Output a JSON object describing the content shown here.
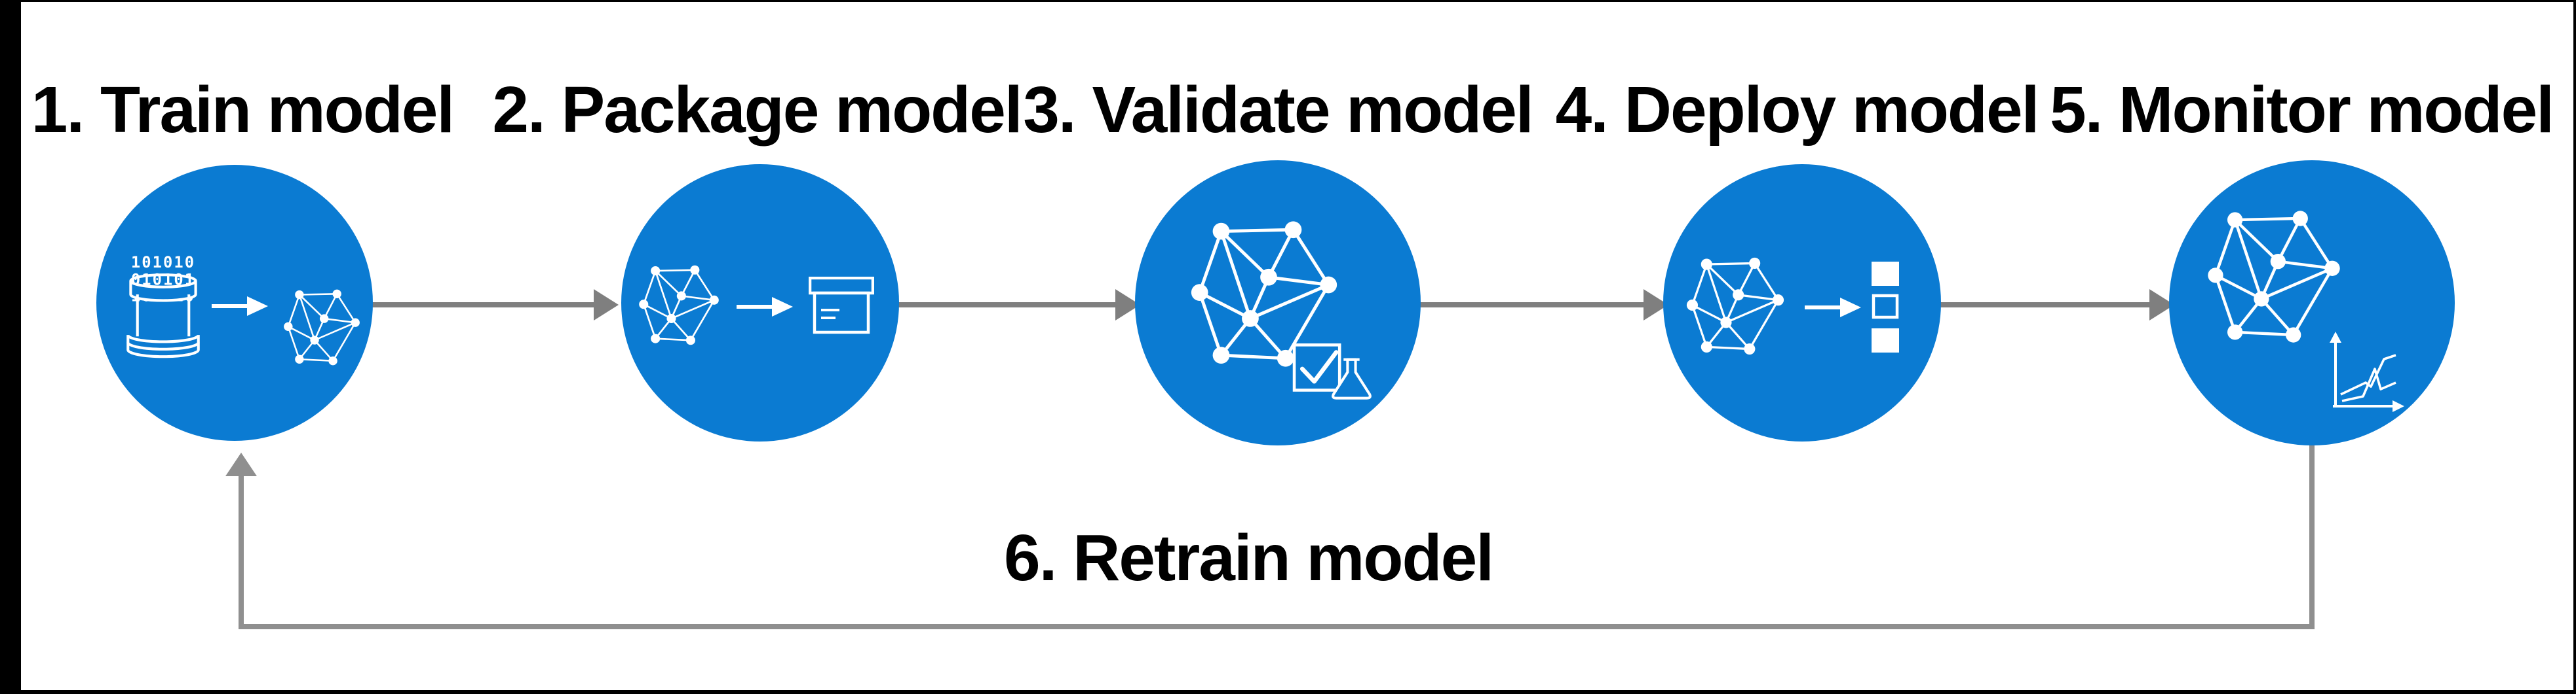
{
  "diagram": {
    "type": "machine-learning-lifecycle-flow",
    "background": "#ffffff"
  },
  "stages": [
    {
      "label": "1. Train model",
      "icons": [
        "database-icon",
        "arrow-right-icon",
        "model-graph-icon"
      ]
    },
    {
      "label": "2. Package model",
      "icons": [
        "model-graph-icon",
        "arrow-right-icon",
        "package-box-icon"
      ]
    },
    {
      "label": "3. Validate model",
      "icons": [
        "model-graph-icon",
        "check-square-icon",
        "flask-icon"
      ]
    },
    {
      "label": "4. Deploy model",
      "icons": [
        "model-graph-icon",
        "arrow-right-icon",
        "deployment-targets-icon"
      ]
    },
    {
      "label": "5. Monitor model",
      "icons": [
        "model-graph-icon",
        "metrics-chart-icon"
      ]
    }
  ],
  "loop": {
    "label": "6. Retrain model"
  },
  "database_binary_rows": [
    "101010",
    "010101",
    "101010"
  ],
  "colors": {
    "circle_blue": "#0b7bd2",
    "icon_white": "#ffffff",
    "connector_gray": "#7f7f7f",
    "loop_gray": "#8f8f8f",
    "text_black": "#000000",
    "frame_black": "#000000"
  }
}
